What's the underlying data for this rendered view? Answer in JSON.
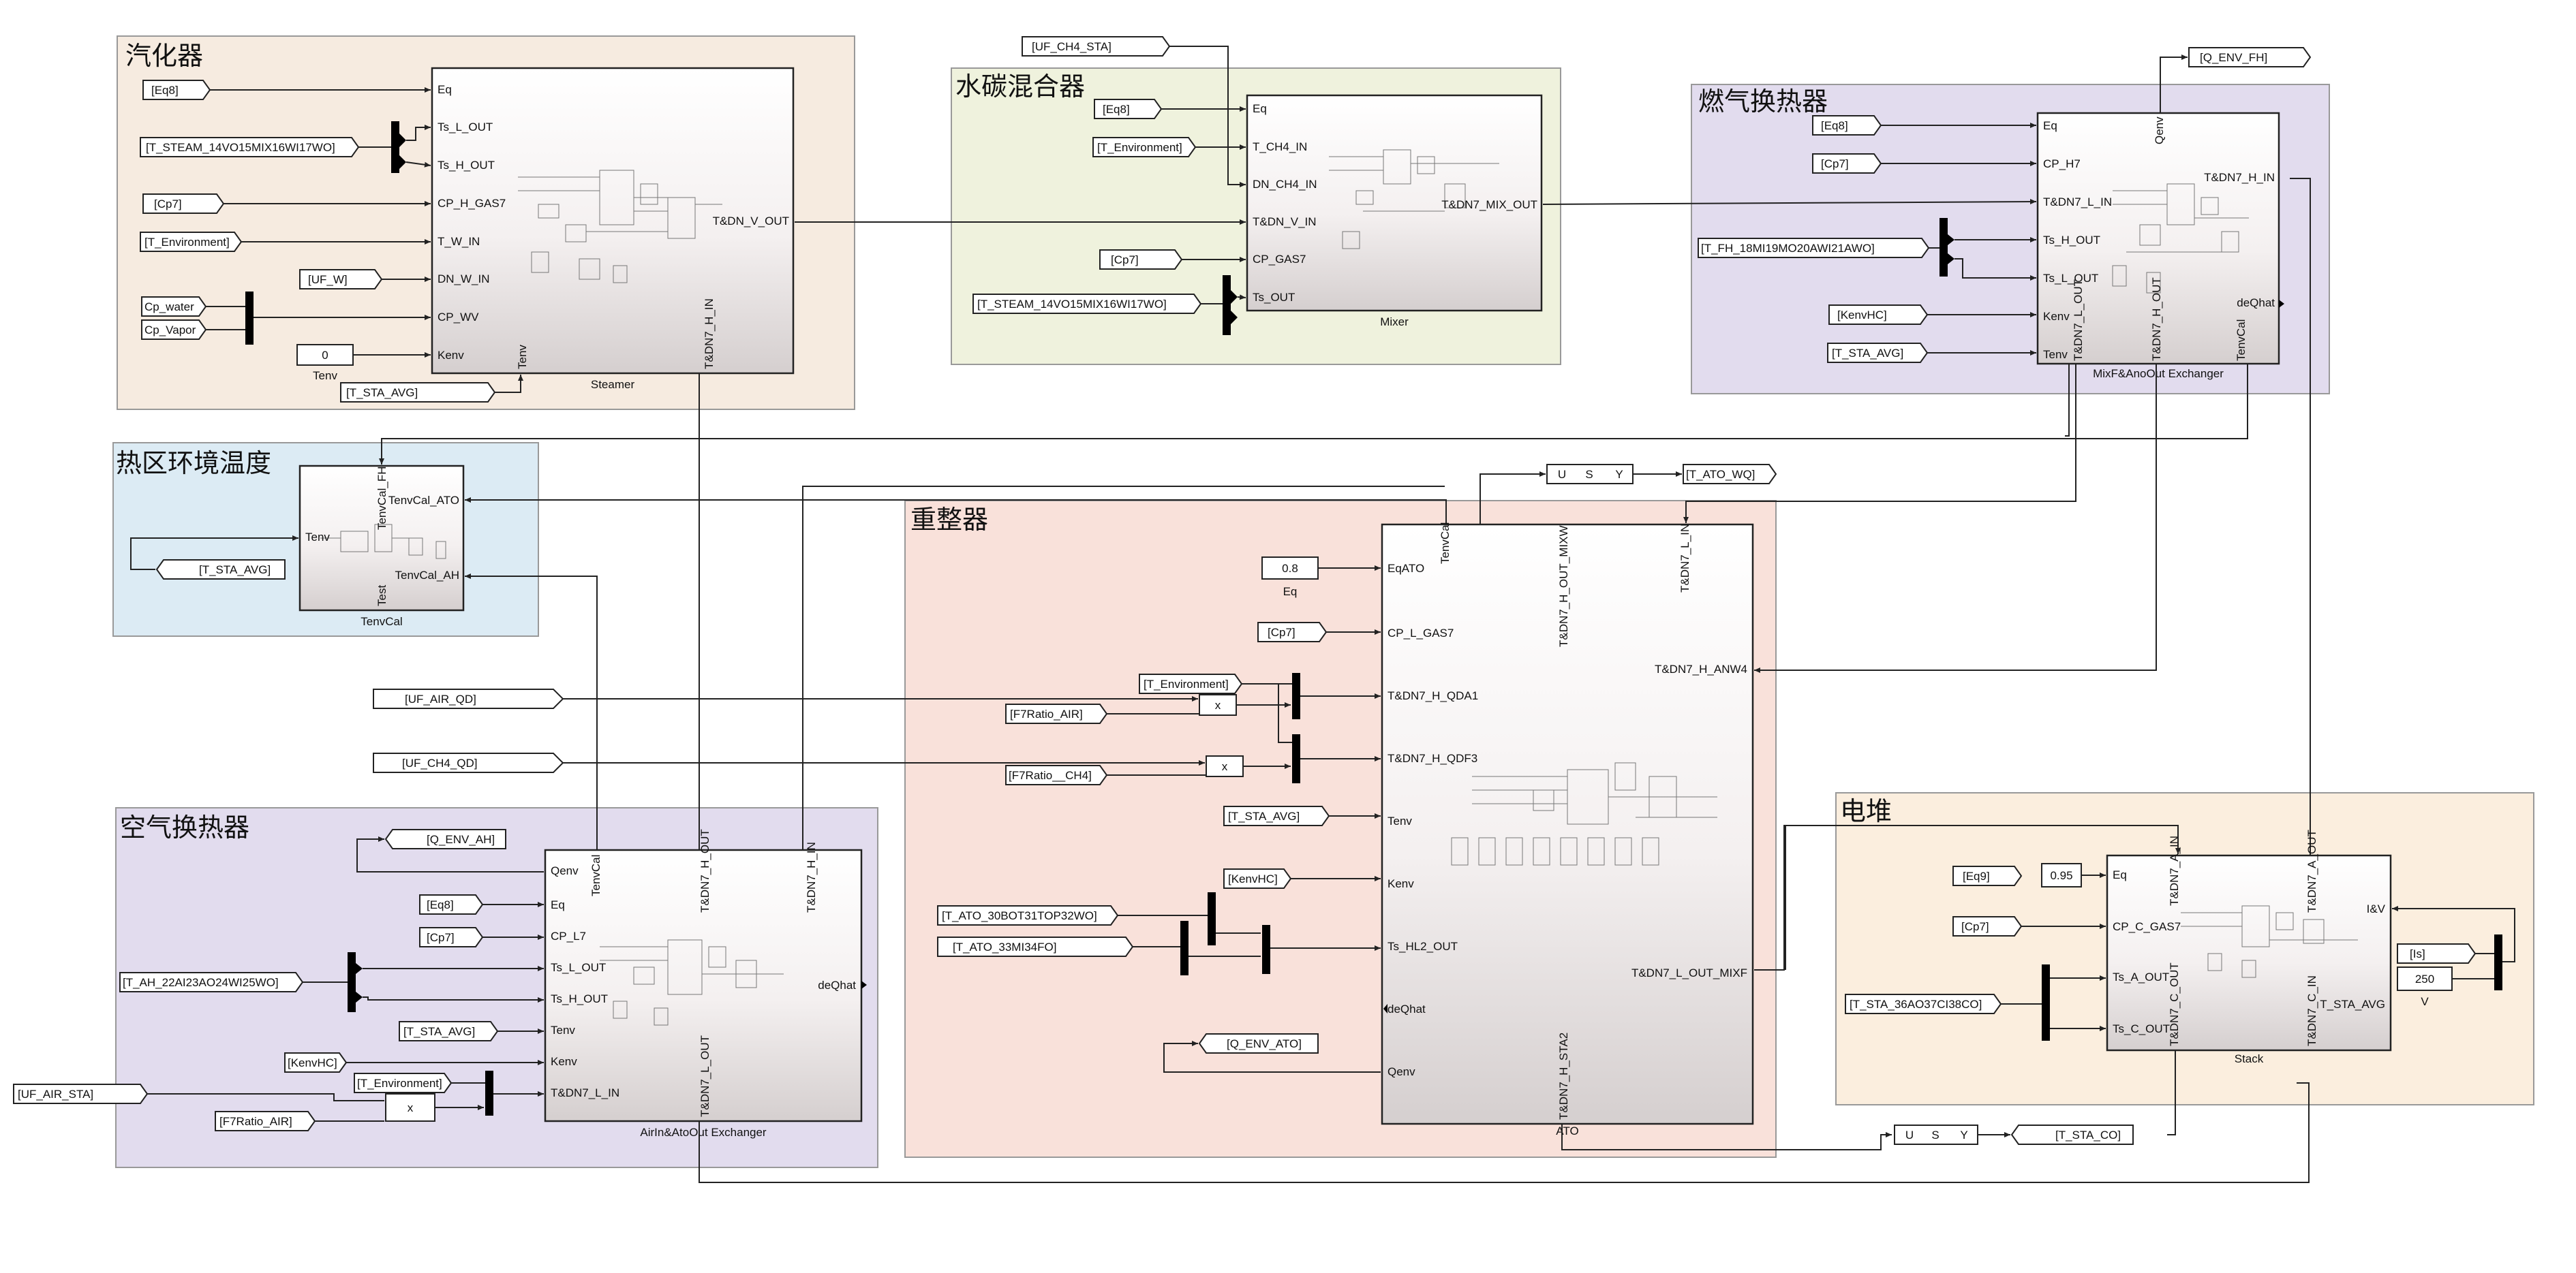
{
  "areas": {
    "steamer": "汽化器",
    "mixer": "水碳混合器",
    "fh": "燃气换热器",
    "tenv": "热区环境温度",
    "reformer": "重整器",
    "ah": "空气换热器",
    "stack": "电堆"
  },
  "blocks": {
    "steamer": {
      "name": "Steamer",
      "inputs": [
        "Eq",
        "Ts_L_OUT",
        "Ts_H_OUT",
        "CP_H_GAS7",
        "T_W_IN",
        "DN_W_IN",
        "CP_WV",
        "Kenv"
      ],
      "output": "T&DN_V_OUT",
      "bottom": [
        "Tenv",
        "T&DN7_H_IN"
      ]
    },
    "mixer": {
      "name": "Mixer",
      "inputs": [
        "Eq",
        "T_CH4_IN",
        "DN_CH4_IN",
        "T&DN_V_IN",
        "CP_GAS7",
        "Ts_OUT"
      ],
      "output": "T&DN7_MIX_OUT"
    },
    "fh": {
      "name": "MixF&AnoOut Exchanger",
      "inputs": [
        "Eq",
        "CP_H7",
        "T&DN7_L_IN",
        "Ts_H_OUT",
        "Ts_L_OUT",
        "Kenv",
        "Tenv"
      ],
      "top": "Qenv",
      "right": [
        "T&DN7_H_IN",
        "deQhat"
      ],
      "bottom": [
        "T&DN7_L_OUT",
        "T&DN7_H_OUT",
        "TenvCal"
      ]
    },
    "tenvcal": {
      "name": "TenvCal",
      "inputs": [
        "Tenv"
      ],
      "outputs": [
        "TenvCal_ATO",
        "TenvCal_AH"
      ],
      "top": "TenvCal_FH",
      "bottom": "Test"
    },
    "ato": {
      "name": "ATO",
      "inputs": [
        "EqATO",
        "CP_L_GAS7",
        "T&DN7_H_QDA1",
        "T&DN7_H_QDF3",
        "Tenv",
        "Kenv",
        "Ts_HL2_OUT",
        "deQhat",
        "Qenv"
      ],
      "top": [
        "TenvCal",
        "T&DN7_H_OUT_MIXW",
        "T&DN7_L_IN"
      ],
      "right": [
        "T&DN7_H_ANW4",
        "T&DN7_L_OUT_MIXF"
      ],
      "bottom": "T&DN7_H_STA2"
    },
    "ah": {
      "name": "AirIn&AtoOut Exchanger",
      "inputs": [
        "Qenv",
        "Eq",
        "CP_L7",
        "Ts_L_OUT",
        "Ts_H_OUT",
        "Tenv",
        "Kenv",
        "T&DN7_L_IN"
      ],
      "top": [
        "TenvCal",
        "T&DN7_H_OUT",
        "T&DN7_H_IN"
      ],
      "bottom": "T&DN7_L_OUT",
      "output": "deQhat"
    },
    "stack": {
      "name": "Stack",
      "inputs": [
        "Eq",
        "CP_C_GAS7",
        "Ts_A_OUT",
        "Ts_C_OUT"
      ],
      "top": [
        "T&DN7_A_IN",
        "T&DN7_A_OUT"
      ],
      "bottom": [
        "T&DN7_C_OUT",
        "T&DN7_C_IN"
      ],
      "right": [
        "I&V",
        "T_STA_AVG"
      ]
    }
  },
  "tags": {
    "eq8_st": "[Eq8]",
    "tsteam_st": "[T_STEAM_14VO15MIX16WI17WO]",
    "cp7_st": "[Cp7]",
    "tenv_st": "[T_Environment]",
    "ufw": "[UF_W]",
    "cpwater": "Cp_water",
    "cpvapor": "Cp_Vapor",
    "tsta_st": "[T_STA_AVG]",
    "ufch4sta": "[UF_CH4_STA]",
    "eq8_mx": "[Eq8]",
    "tenv_mx": "[T_Environment]",
    "cp7_mx": "[Cp7]",
    "tsteam_mx": "[T_STEAM_14VO15MIX16WI17WO]",
    "qenvfh": "[Q_ENV_FH]",
    "eq8_fh": "[Eq8]",
    "cp7_fh": "[Cp7]",
    "tfh": "[T_FH_18MI19MO20AWI21AWO]",
    "kenv_fh": "[KenvHC]",
    "tsta_fh": "[T_STA_AVG]",
    "tsta_tv": "[T_STA_AVG]",
    "tatowq": "[T_ATO_WQ]",
    "cp7_ato": "[Cp7]",
    "tenv_ato": "[T_Environment]",
    "f7air_ato": "[F7Ratio_AIR]",
    "f7ch4_ato": "[F7Ratio__CH4]",
    "tsta_ato": "[T_STA_AVG]",
    "kenv_ato": "[KenvHC]",
    "tato30": "[T_ATO_30BOT31TOP32WO]",
    "tato33": "[T_ATO_33MI34FO]",
    "qenvato": "[Q_ENV_ATO]",
    "ufairqd": "[UF_AIR_QD]",
    "ufch4qd": "[UF_CH4_QD]",
    "qenvah": "[Q_ENV_AH]",
    "eq8_ah": "[Eq8]",
    "cp7_ah": "[Cp7]",
    "tah": "[T_AH_22AI23AO24WI25WO]",
    "tsta_ah": "[T_STA_AVG]",
    "kenv_ah": "[KenvHC]",
    "tenv_ah": "[T_Environment]",
    "ufairsta": "[UF_AIR_STA]",
    "f7air_ah": "[F7Ratio_AIR]",
    "eq9": "[Eq9]",
    "cp7_sk": "[Cp7]",
    "tsta36": "[T_STA_36AO37CI38CO]",
    "is": "[Is]",
    "tstaco": "[T_STA_CO]"
  },
  "consts": {
    "kenv0": "0",
    "kenv0_label": "Tenv",
    "eqato": "0.8",
    "eqato_label": "Eq",
    "eqsk": "0.95",
    "v": "250",
    "v_label": "V",
    "mult": "x",
    "usy": [
      "U",
      "S",
      "Y"
    ]
  }
}
